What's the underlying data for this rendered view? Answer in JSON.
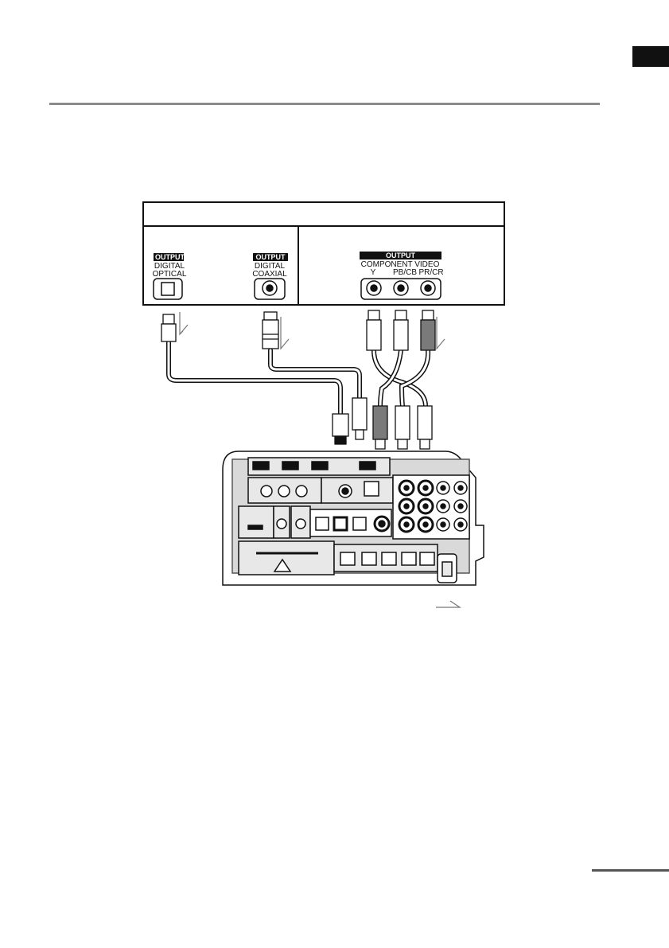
{
  "player_outputs": {
    "optical": {
      "badge": "OUTPUT",
      "line1": "DIGITAL",
      "line2": "OPTICAL"
    },
    "coaxial": {
      "badge": "OUTPUT",
      "line1": "DIGITAL",
      "line2": "COAXIAL"
    },
    "component": {
      "badge": "OUTPUT",
      "line1": "COMPONENT VIDEO",
      "y": "Y",
      "pb": "PB/CB",
      "pr": "PR/CR"
    }
  }
}
